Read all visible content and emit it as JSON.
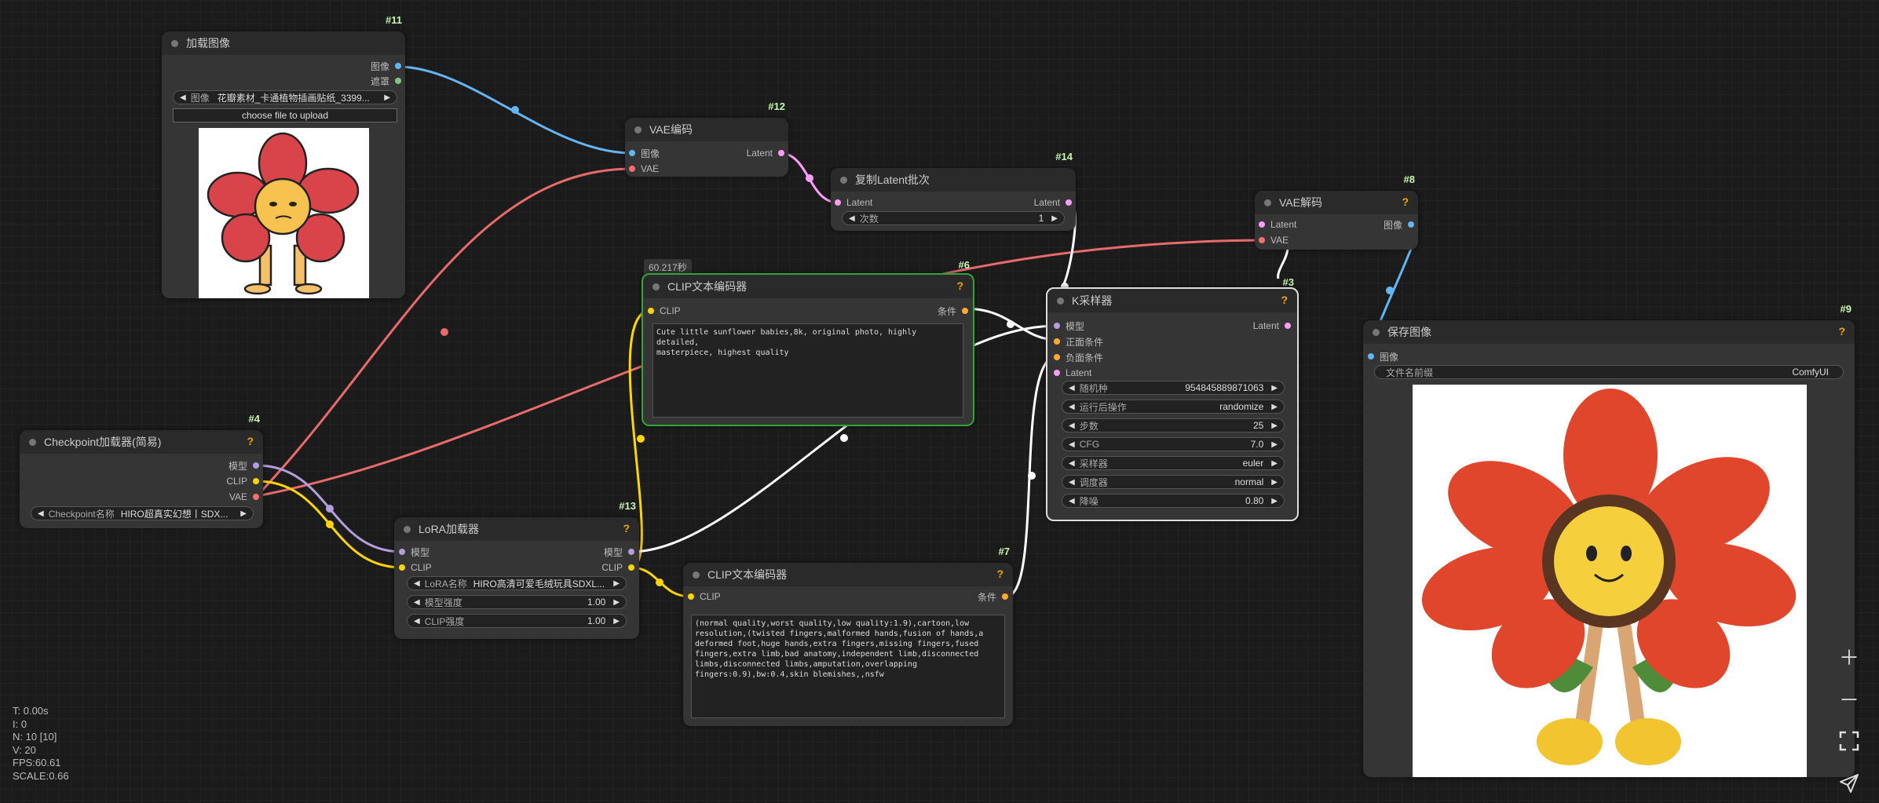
{
  "colors": {
    "clip": "#ffd500",
    "model": "#b39ddb",
    "vae": "#ff6e6e",
    "image": "#64b5f6",
    "latent": "#ff9cf9",
    "conditioning": "#ffffff",
    "mask": "#81c784"
  },
  "nodes": {
    "load_image": {
      "id": "#11",
      "title": "加载图像",
      "out_image": "图像",
      "out_mask": "遮罩",
      "image_label": "图像",
      "image_value": "花瓣素材_卡通植物插画贴纸_3399...",
      "upload": "choose file to upload"
    },
    "vae_encode": {
      "id": "#12",
      "title": "VAE编码",
      "in_image": "图像",
      "in_vae": "VAE",
      "out_latent": "Latent"
    },
    "repeat_latent": {
      "id": "#14",
      "title": "复制Latent批次",
      "in_latent": "Latent",
      "out_latent": "Latent",
      "amount_label": "次数",
      "amount_value": "1"
    },
    "vae_decode": {
      "id": "#8",
      "title": "VAE解码",
      "in_latent": "Latent",
      "in_vae": "VAE",
      "out_image": "图像"
    },
    "clip_pos": {
      "id": "#6",
      "time": "60.217秒",
      "title": "CLIP文本编码器",
      "in_clip": "CLIP",
      "out_cond": "条件",
      "text": "Cute little sunflower babies,8k, original photo, highly detailed,\nmasterpiece, highest quality"
    },
    "ksampler": {
      "id": "#3",
      "title": "K采样器",
      "in_model": "模型",
      "in_pos": "正面条件",
      "in_neg": "负面条件",
      "in_latent": "Latent",
      "out_latent": "Latent",
      "widgets": [
        {
          "label": "随机种",
          "value": "954845889871063"
        },
        {
          "label": "运行后操作",
          "value": "randomize"
        },
        {
          "label": "步数",
          "value": "25"
        },
        {
          "label": "CFG",
          "value": "7.0"
        },
        {
          "label": "采样器",
          "value": "euler"
        },
        {
          "label": "调度器",
          "value": "normal"
        },
        {
          "label": "降噪",
          "value": "0.80"
        }
      ]
    },
    "save_image": {
      "id": "#9",
      "title": "保存图像",
      "in_image": "图像",
      "prefix_label": "文件名前缀",
      "prefix_value": "ComfyUI"
    },
    "checkpoint": {
      "id": "#4",
      "title": "Checkpoint加载器(简易)",
      "out_model": "模型",
      "out_clip": "CLIP",
      "out_vae": "VAE",
      "ckpt_label": "Checkpoint名称",
      "ckpt_value": "HIRO超真实幻想丨SDX..."
    },
    "lora": {
      "id": "#13",
      "title": "LoRA加载器",
      "in_model": "模型",
      "in_clip": "CLIP",
      "out_model": "模型",
      "out_clip": "CLIP",
      "lora_label": "LoRA名称",
      "lora_value": "HIRO高清可爱毛绒玩具SDXL...",
      "sm_label": "模型强度",
      "sm_value": "1.00",
      "sc_label": "CLIP强度",
      "sc_value": "1.00"
    },
    "clip_neg": {
      "id": "#7",
      "title": "CLIP文本编码器",
      "in_clip": "CLIP",
      "out_cond": "条件",
      "text": "(normal quality,worst quality,low quality:1.9),cartoon,low\nresolution,(twisted fingers,malformed hands,fusion of hands,a\ndeformed foot,huge hands,extra fingers,missing fingers,fused\nfingers,extra limb,bad anatomy,independent limb,disconnected\nlimbs,disconnected limbs,amputation,overlapping\nfingers:0.9),bw:0.4,skin blemishes,,nsfw"
    }
  },
  "stats": {
    "t": "T: 0.00s",
    "i": "I: 0",
    "n": "N: 10 [10]",
    "v": "V: 20",
    "fps": "FPS:60.61",
    "scale": "SCALE:0.66"
  },
  "controls": [
    "zoom-in-icon",
    "zoom-out-icon",
    "fit-view-icon",
    "send-icon"
  ]
}
